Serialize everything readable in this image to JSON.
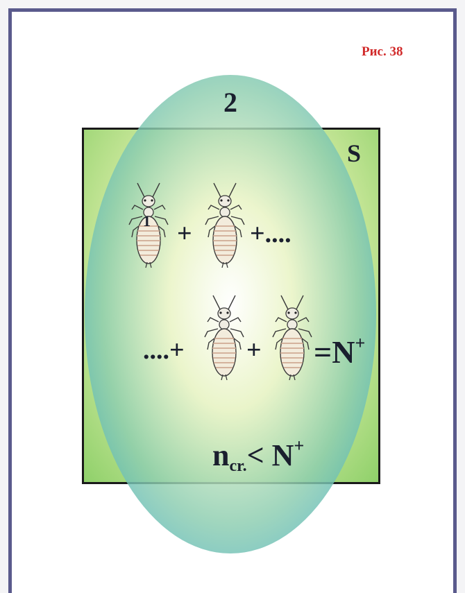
{
  "figure_label": "Рис. 38",
  "area_labels": {
    "ellipse": "2",
    "square": "S"
  },
  "row1": {
    "insect_number": "1",
    "plus": "+",
    "tail": "+...."
  },
  "row2": {
    "lead": "....+",
    "plus": "+",
    "result": "=N",
    "result_sup": "+"
  },
  "condition": {
    "n": "n",
    "sub": "cr.",
    "rel": "< N",
    "sup": "+"
  },
  "colors": {
    "ellipse": "#2aa0c8",
    "square": "#8fd06a",
    "label": "#d12a2a"
  }
}
